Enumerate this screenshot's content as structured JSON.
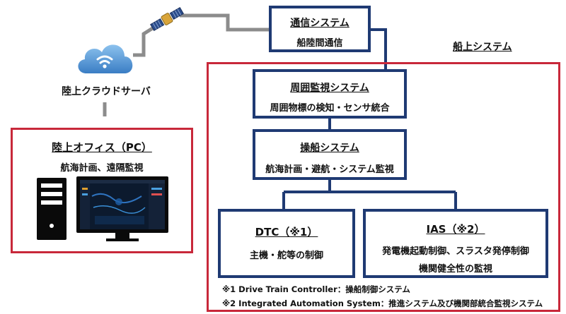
{
  "comm": {
    "title": "通信システム",
    "sub": "船陸間通信"
  },
  "onboard_label": "船上システム",
  "surround": {
    "title": "周囲監視システム",
    "sub": "周囲物標の検知・センサ統合"
  },
  "ship": {
    "title": "操船システム",
    "sub": "航海計画・避航・システム監視"
  },
  "dtc": {
    "title": "DTC（※1）",
    "sub": "主機・舵等の制御"
  },
  "ias": {
    "title": "IAS（※2）",
    "sub1": "発電機起動制御、スラスタ発停制御",
    "sub2": "機関健全性の監視"
  },
  "cloud_label": "陸上クラウドサーバ",
  "office": {
    "title": "陸上オフィス（PC）",
    "sub": "航海計画、遠隔監視"
  },
  "notes": [
    "※1 Drive Train Controller：操船制御システム",
    "※2 Integrated Automation System：推進システム及び機関部統合監視システム"
  ],
  "icons": [
    "cloud-icon",
    "satellite-icon",
    "desktop-pc-icon"
  ],
  "colors": {
    "navy": "#1f3a73",
    "red": "#c8283a",
    "cloud": "#5b9bd5"
  }
}
